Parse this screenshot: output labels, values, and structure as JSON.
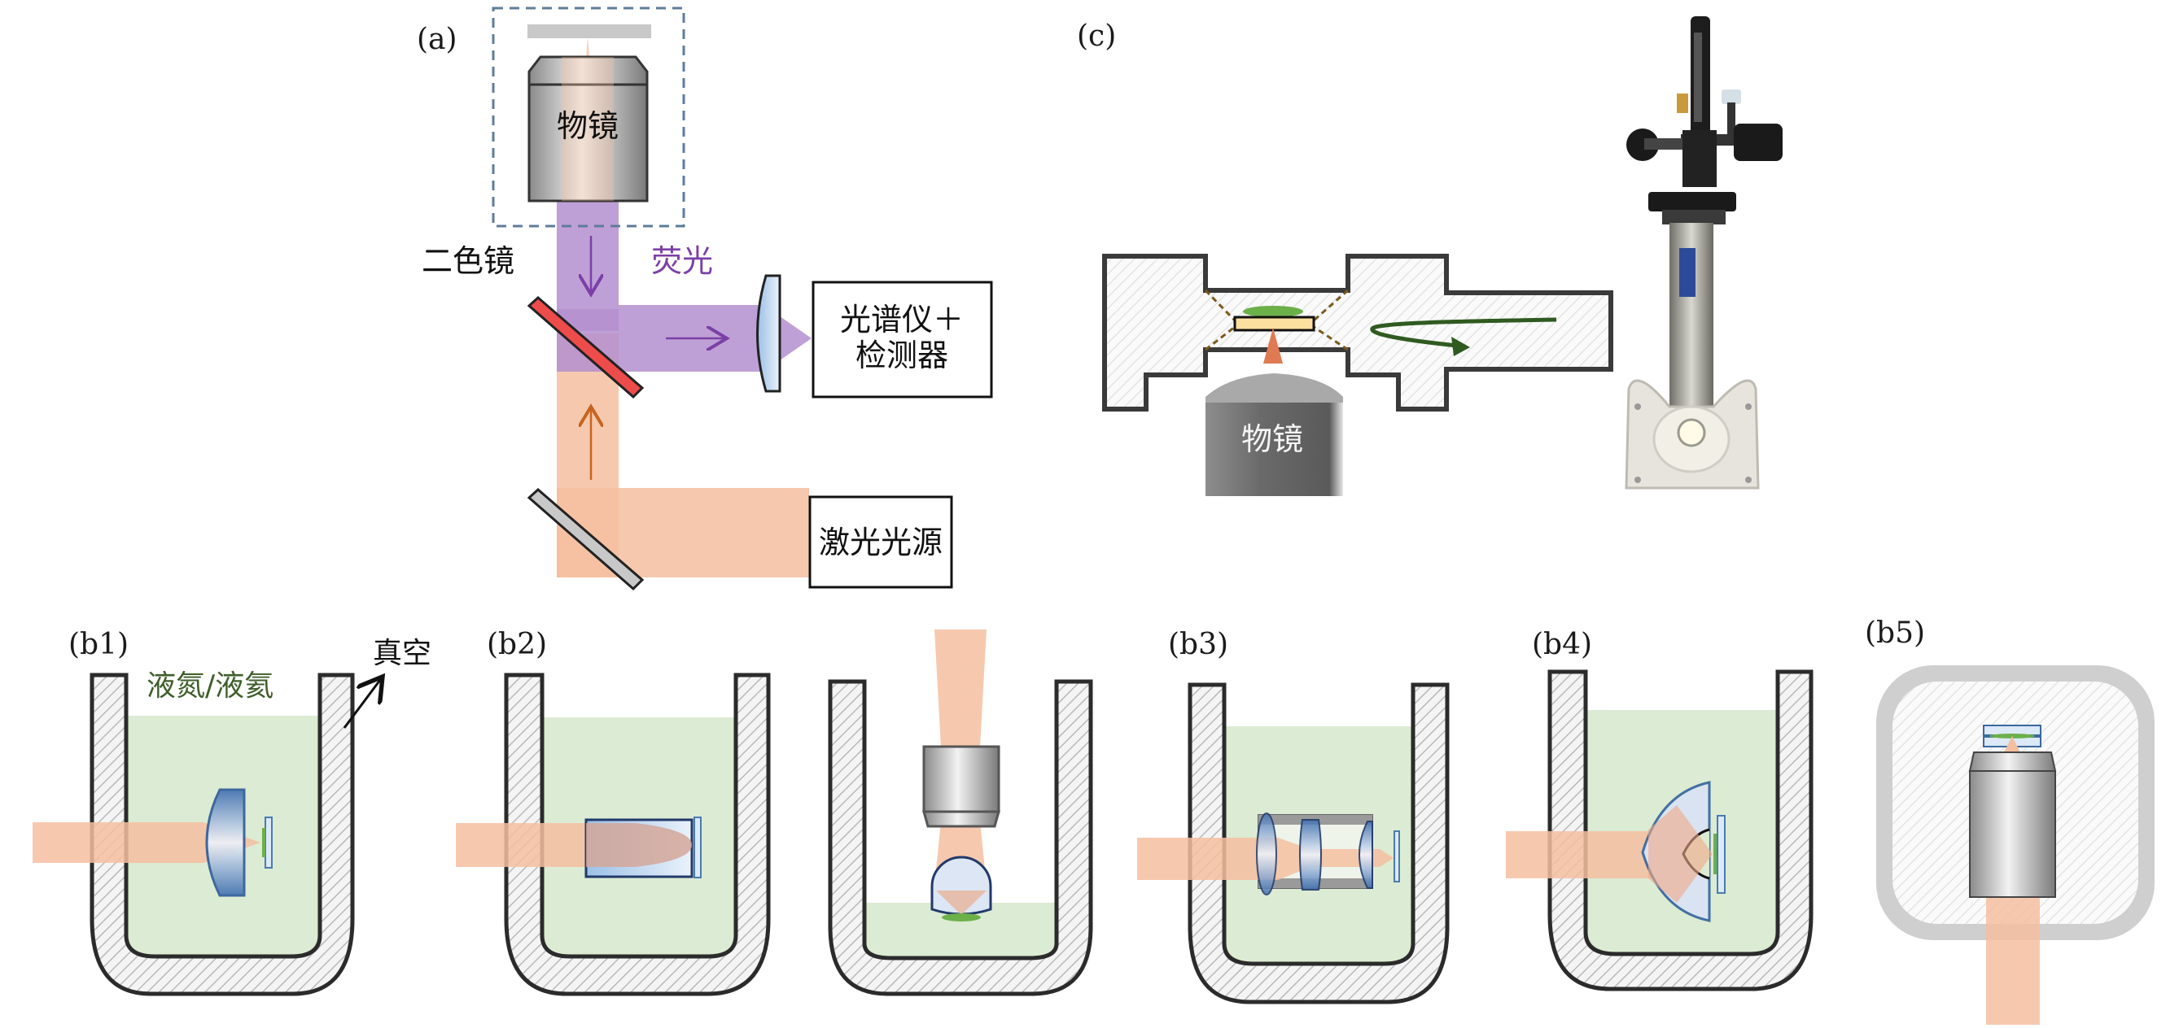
{
  "figure": {
    "panels": {
      "a": {
        "label": "(a)",
        "objective_label": "物镜",
        "dichroic_label": "二色镜",
        "fluorescence_label": "荧光",
        "detector_line1": "光谱仪＋",
        "detector_line2": "检测器",
        "laser_label": "激光光源"
      },
      "c": {
        "label": "(c)",
        "objective_label": "物镜"
      },
      "b1": {
        "label": "(b1)",
        "coolant_label": "液氮/液氦",
        "vacuum_label": "真空"
      },
      "b2": {
        "label": "(b2)"
      },
      "b2_variant": {
        "label": ""
      },
      "b3": {
        "label": "(b3)"
      },
      "b4": {
        "label": "(b4)"
      },
      "b5": {
        "label": "(b5)"
      }
    },
    "colors": {
      "excitation_beam": "#f4bfa0",
      "fluorescence_beam": "#b48fcf",
      "dichroic_mirror": "#ee4b4b",
      "coolant": "#dcebd3",
      "lens": "#5b86c0",
      "sample": "#6cb04a",
      "outline": "#2b2b2b"
    }
  }
}
